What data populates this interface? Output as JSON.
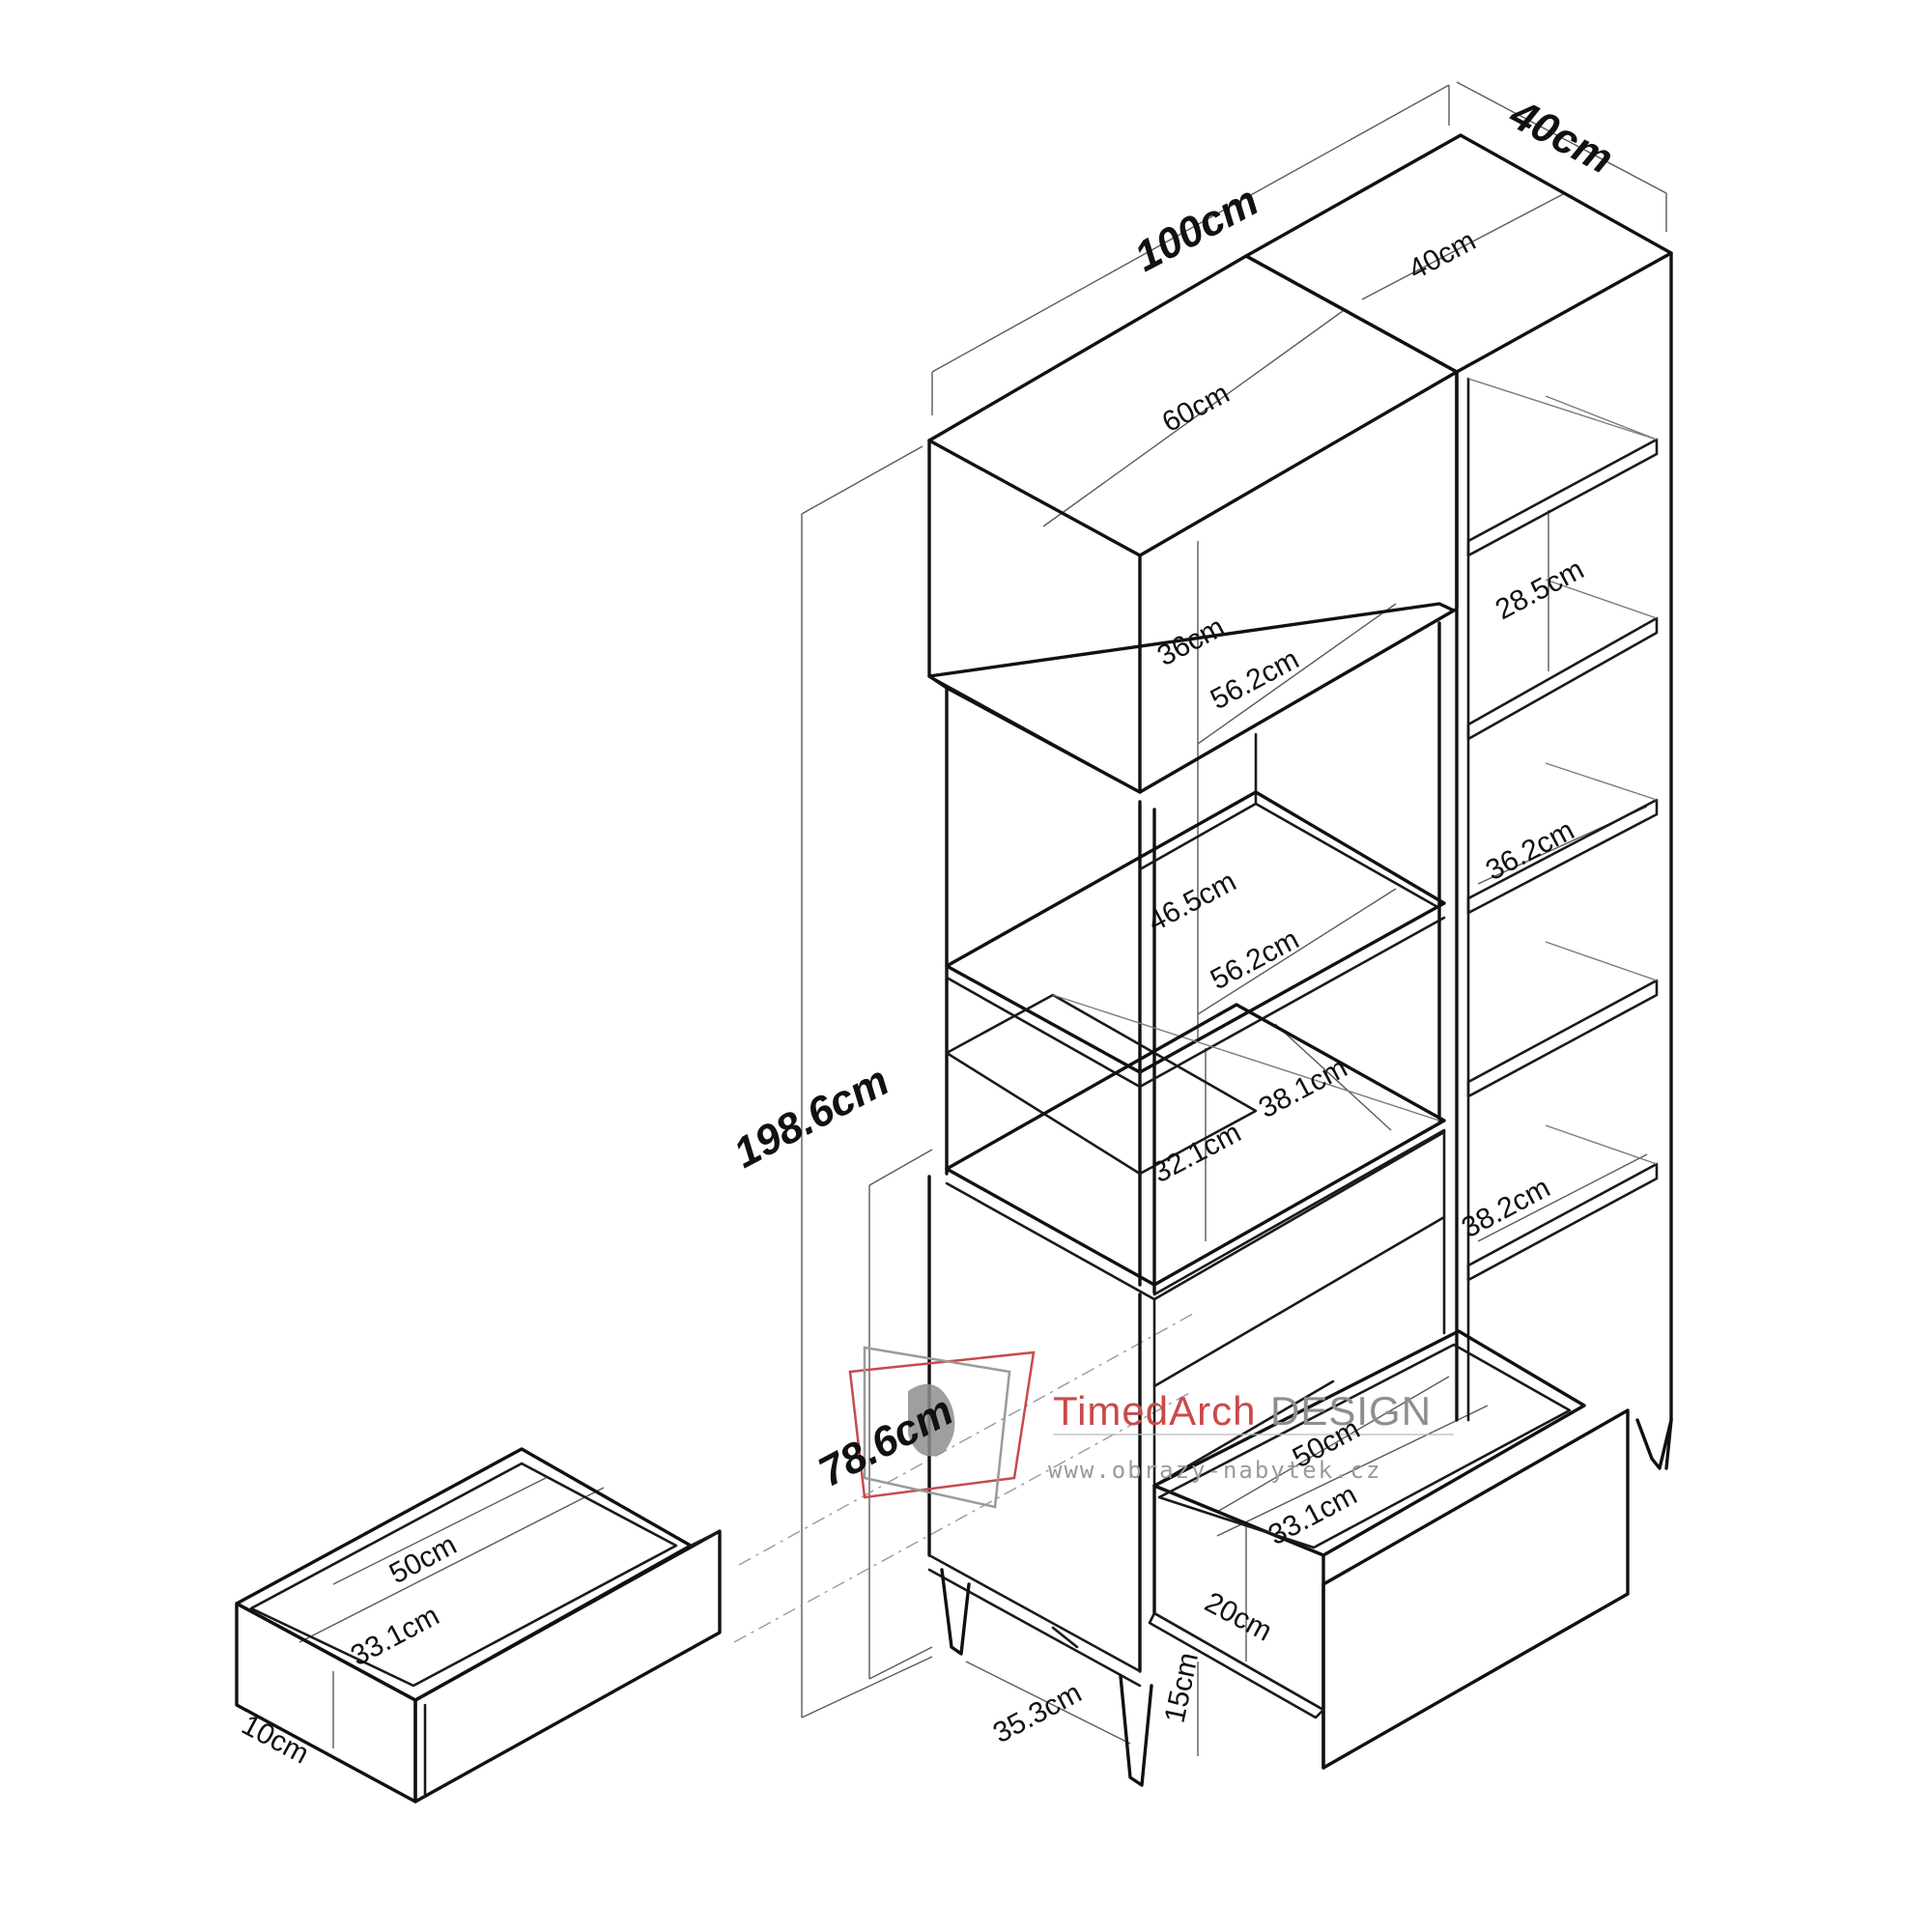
{
  "dimensions": {
    "total_width": "100cm",
    "total_depth": "40cm",
    "total_height": "198.6cm",
    "lower_height": "78.6cm",
    "right_top_width": "40cm",
    "left_top_width": "60cm",
    "left_top_gap": "36cm",
    "left_shelf_1": "56.2cm",
    "left_mid_gap": "46.5cm",
    "left_shelf_2": "56.2cm",
    "left_low_gap": "32.1cm",
    "left_shelf_3": "38.1cm",
    "right_gap_1": "28.5cm",
    "right_shelf_1": "36.2cm",
    "right_shelf_2": "38.2cm",
    "leg_span": "35.3cm",
    "leg_height": "15cm",
    "drawer_front_height": "20cm",
    "drawer_open_width": "50cm",
    "drawer_open_depth": "33.1cm",
    "drawer_loose_width": "50cm",
    "drawer_loose_depth": "33.1cm",
    "drawer_loose_height": "10cm"
  },
  "watermark": {
    "brand_a": "TimedArch",
    "brand_b": "DESIGN",
    "url": "www.obrazy-nabytek.cz",
    "color": "#c94a4a"
  }
}
